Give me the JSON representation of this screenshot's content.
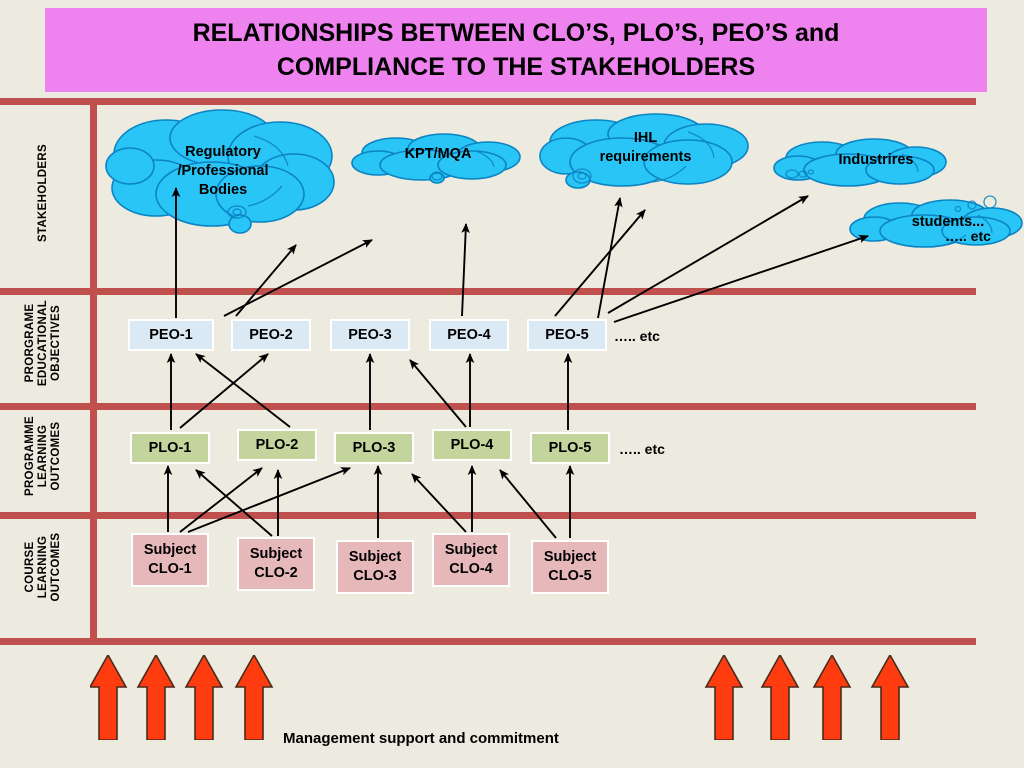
{
  "title": {
    "line1": "RELATIONSHIPS BETWEEN CLO’S, PLO’S, PEO’S and",
    "line2": "COMPLIANCE TO THE STAKEHOLDERS",
    "background": "#ee82ee"
  },
  "colors": {
    "page_background": "#edebdf",
    "rule": "#c0504d",
    "cloud_fill": "#29c5f6",
    "cloud_stroke": "#0b84c4",
    "peo_box": "#dbe9f5",
    "plo_box": "#c3d59c",
    "clo_box": "#e6b8b9",
    "big_arrow": "#ff3c10",
    "big_arrow_stroke": "#4a2b1a"
  },
  "row_labels": [
    {
      "id": "stakeholders",
      "text": "STAKEHOLDERS"
    },
    {
      "id": "peo",
      "text": "PRORGRAME\nEDUCATIONAL\nOBJECTIVES"
    },
    {
      "id": "plo",
      "text": "PROGRAMME\nLEARNING\nOUTCOMES"
    },
    {
      "id": "clo",
      "text": "COURSE\nLEARNING\nOUTCOMES"
    }
  ],
  "clouds": [
    {
      "id": "regulatory",
      "lines": [
        "Regulatory",
        "/Professional",
        "Bodies"
      ]
    },
    {
      "id": "kpt-mqa",
      "lines": [
        "KPT/MQA"
      ]
    },
    {
      "id": "ihl",
      "lines": [
        "IHL",
        "requirements"
      ]
    },
    {
      "id": "industries",
      "lines": [
        "Industrires"
      ]
    },
    {
      "id": "students",
      "lines": [
        "students..."
      ]
    }
  ],
  "peo_boxes": [
    {
      "id": "peo-1",
      "label": "PEO-1"
    },
    {
      "id": "peo-2",
      "label": "PEO-2"
    },
    {
      "id": "peo-3",
      "label": "PEO-3"
    },
    {
      "id": "peo-4",
      "label": "PEO-4"
    },
    {
      "id": "peo-5",
      "label": "PEO-5"
    }
  ],
  "plo_boxes": [
    {
      "id": "plo-1",
      "label": "PLO-1"
    },
    {
      "id": "plo-2",
      "label": "PLO-2"
    },
    {
      "id": "plo-3",
      "label": "PLO-3"
    },
    {
      "id": "plo-4",
      "label": "PLO-4"
    },
    {
      "id": "plo-5",
      "label": "PLO-5"
    }
  ],
  "clo_boxes": [
    {
      "id": "clo-1",
      "line1": "Subject",
      "line2": "CLO-1"
    },
    {
      "id": "clo-2",
      "line1": "Subject",
      "line2": "CLO-2"
    },
    {
      "id": "clo-3",
      "line1": "Subject",
      "line2": "CLO-3"
    },
    {
      "id": "clo-4",
      "line1": "Subject",
      "line2": "CLO-4"
    },
    {
      "id": "clo-5",
      "line1": "Subject",
      "line2": "CLO-5"
    }
  ],
  "etc_labels": {
    "stakeholders": "….. etc",
    "peo": "….. etc",
    "plo": "….. etc"
  },
  "bottom": {
    "caption": "Management support and commitment",
    "arrow_count": 8
  }
}
